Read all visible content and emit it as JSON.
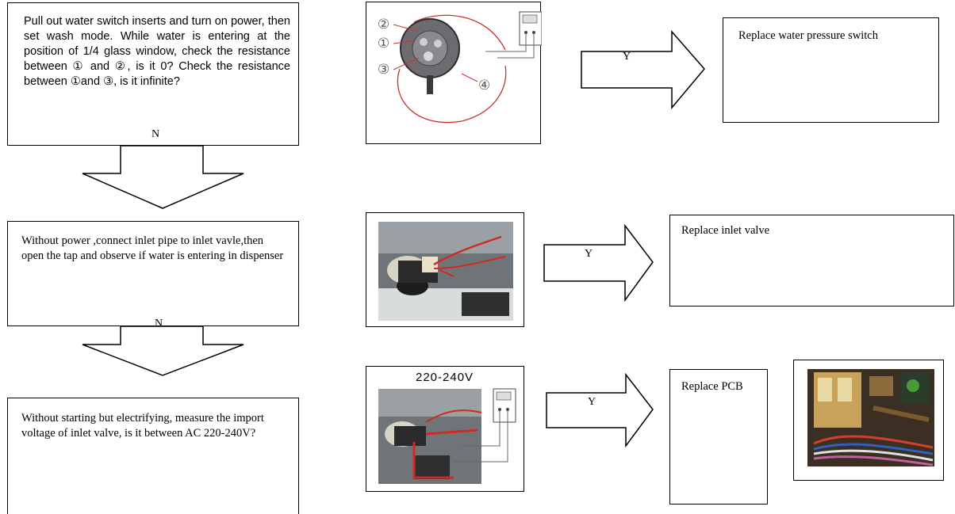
{
  "steps": [
    {
      "text": "Pull out water switch inserts and turn on power, then set wash mode. While water is entering at the position of 1/4 glass window, check the resistance between ① and ②, is it 0? Check the resistance between ①and ③, is it infinite?"
    },
    {
      "text": "Without power ,connect inlet pipe to inlet vavle,then open the tap and observe if water is entering in dispenser"
    },
    {
      "text": "Without starting but electrifying, measure the import voltage of inlet valve, is it between AC 220-240V?"
    }
  ],
  "no_label": "N",
  "yes_label": "Y",
  "actions": [
    {
      "text": "Replace water pressure switch"
    },
    {
      "text": "Replace inlet valve"
    },
    {
      "text": "Replace PCB"
    }
  ],
  "figures": {
    "pressure_switch": {
      "markers": [
        "②",
        "①",
        "③",
        "④"
      ]
    },
    "voltage_label": "220-240V"
  }
}
